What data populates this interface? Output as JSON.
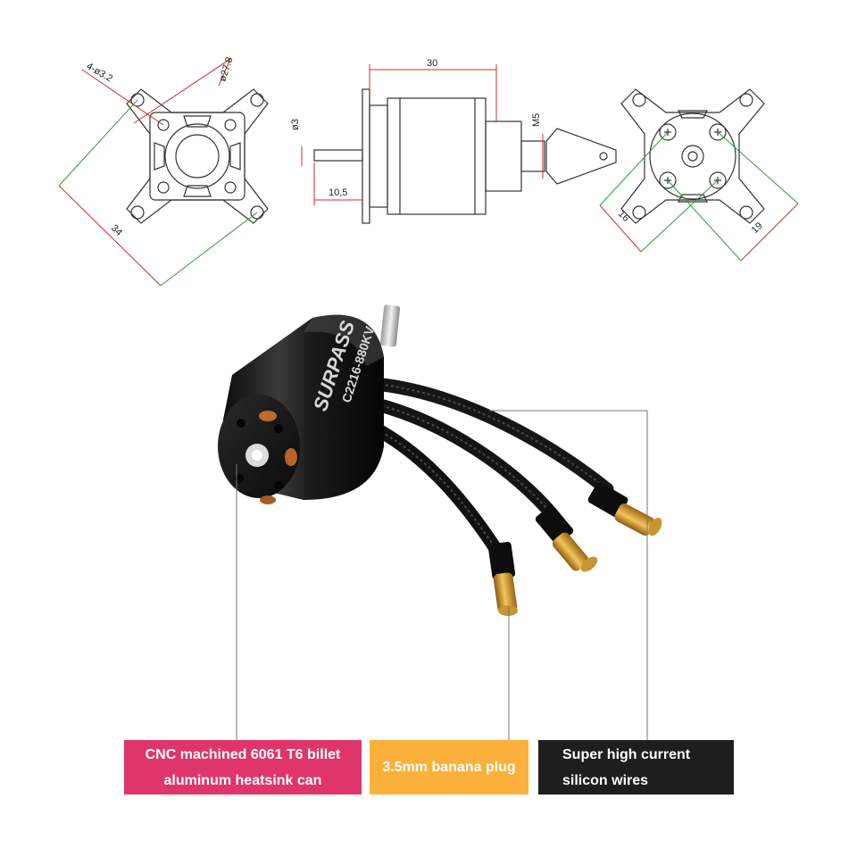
{
  "front_view": {
    "hole_label": "4-ø3.2",
    "diameter_label": "ø27.8",
    "span_label": "34"
  },
  "side_view": {
    "length_label": "30",
    "shaft_diameter_label": "ø3",
    "shaft_length_label": "10,5",
    "thread_label": "M5"
  },
  "rear_view": {
    "inner_label": "16",
    "outer_label": "19"
  },
  "motor": {
    "brand_text": "SURPASS",
    "model_text": "C2216-880KV"
  },
  "callouts": {
    "can_line1": "CNC machined 6061 T6 billet",
    "can_line2": "aluminum heatsink can",
    "plug_label": "3.5mm banana plug",
    "wires_line1": "Super high current",
    "wires_line2": "silicon wires"
  },
  "colors": {
    "can_callout": "#e0356b",
    "plug_callout": "#fbb03b",
    "wires_callout": "#1e1e1e",
    "dimension_line_green": "#2e9b3e",
    "dimension_line_red": "#d22b2b"
  }
}
